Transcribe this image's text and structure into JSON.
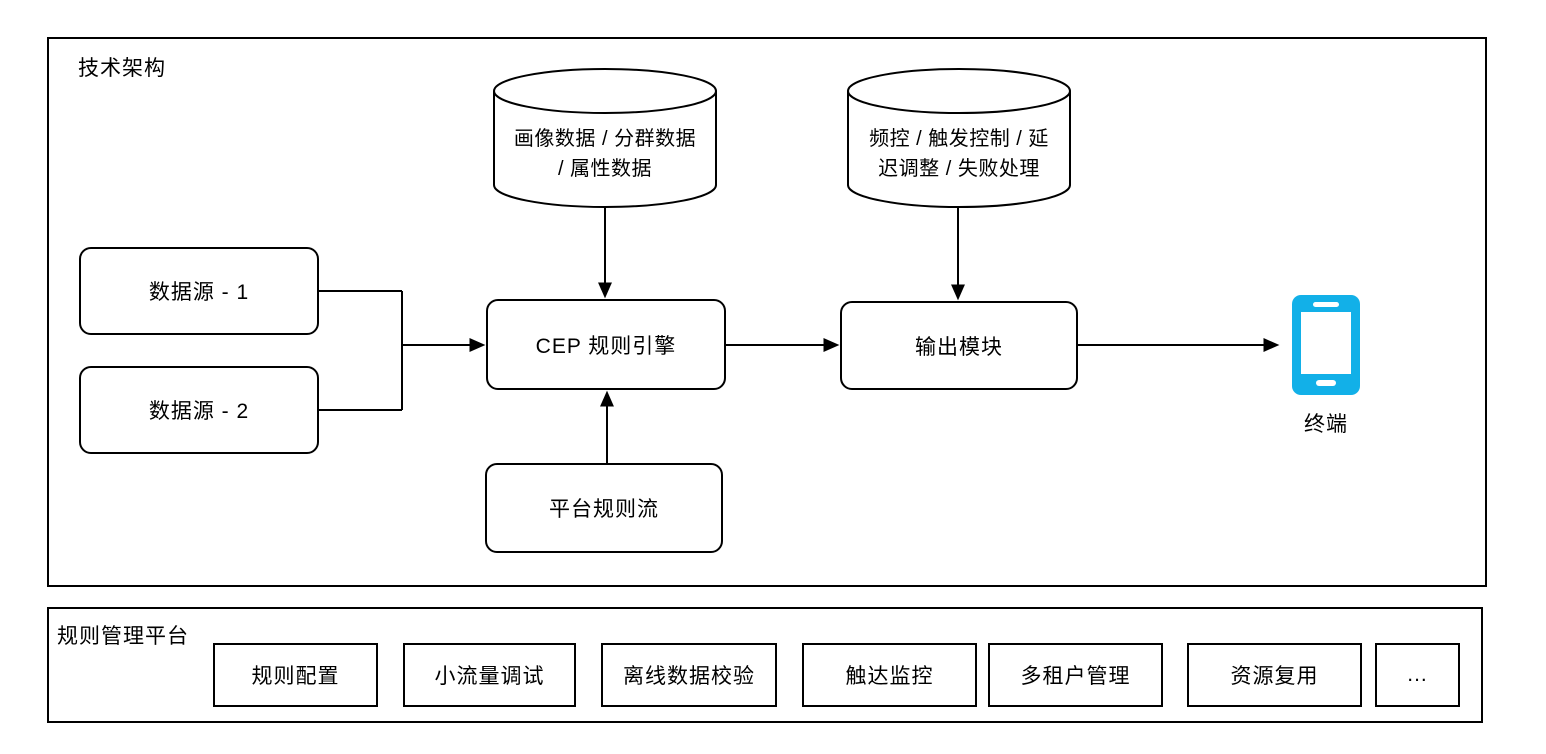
{
  "colors": {
    "stroke": "#000000",
    "phone": "#12b0e8"
  },
  "tech": {
    "title": "技术架构",
    "profile_db": "画像数据 / 分群数据\n/ 属性数据",
    "control_db": "频控 / 触发控制 / 延\n迟调整 / 失败处理",
    "datasource1": "数据源 - 1",
    "datasource2": "数据源 - 2",
    "cep_engine": "CEP 规则引擎",
    "output_module": "输出模块",
    "rule_flow": "平台规则流",
    "terminal": "终端"
  },
  "platform": {
    "title": "规则管理平台",
    "items": [
      "规则配置",
      "小流量调试",
      "离线数据校验",
      "触达监控",
      "多租户管理",
      "资源复用",
      "..."
    ]
  }
}
